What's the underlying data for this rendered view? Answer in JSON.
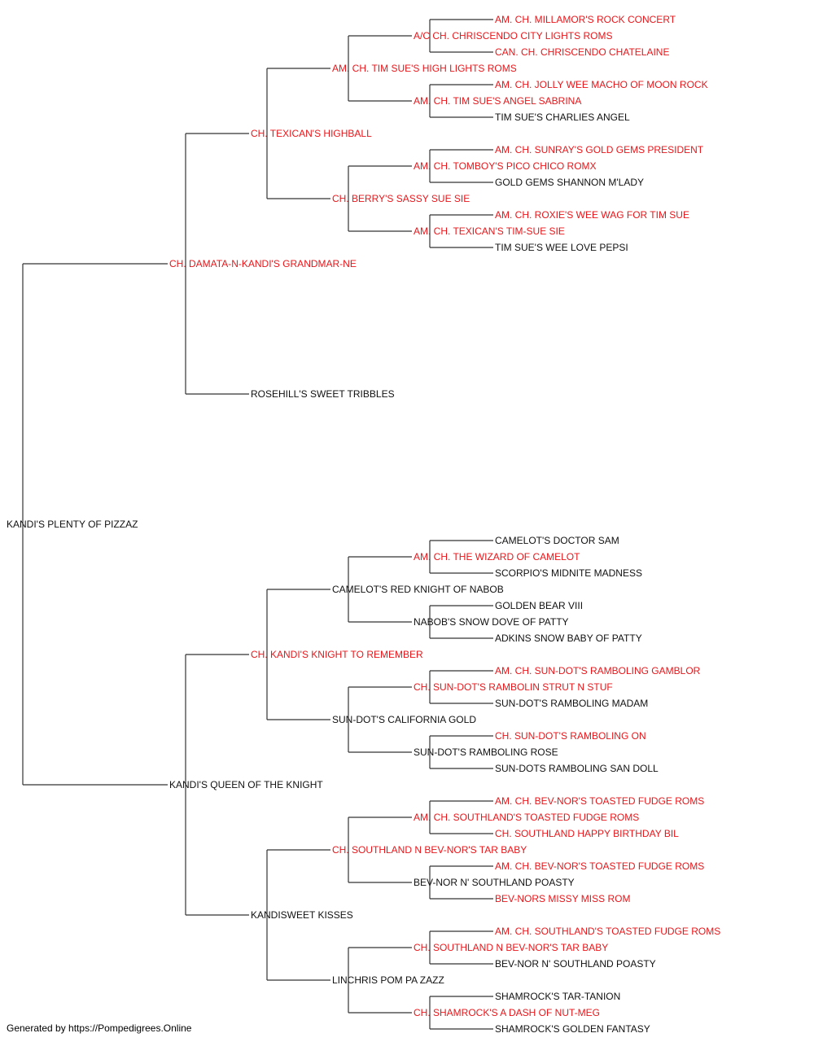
{
  "colors": {
    "champion": "#e8161a",
    "regular": "#111111",
    "line": "#333333",
    "background": "#ffffff"
  },
  "pedigree": {
    "name": "KANDI'S PLENTY OF PIZZAZ",
    "champion": false,
    "parents": [
      {
        "name": "CH. DAMATA-N-KANDI'S GRANDMAR-NE",
        "champion": true,
        "parents": [
          {
            "name": "CH. TEXICAN'S HIGHBALL",
            "champion": true,
            "parents": [
              {
                "name": "AM. CH. TIM SUE'S HIGH LIGHTS ROMS",
                "champion": true,
                "parents": [
                  {
                    "name": "A/C CH. CHRISCENDO CITY LIGHTS ROMS",
                    "champion": true,
                    "parents": [
                      {
                        "name": "AM. CH. MILLAMOR'S ROCK CONCERT",
                        "champion": true
                      },
                      {
                        "name": "CAN. CH. CHRISCENDO CHATELAINE",
                        "champion": true
                      }
                    ]
                  },
                  {
                    "name": "AM. CH. TIM SUE'S ANGEL SABRINA",
                    "champion": true,
                    "parents": [
                      {
                        "name": "AM. CH. JOLLY WEE MACHO OF MOON ROCK",
                        "champion": true
                      },
                      {
                        "name": "TIM SUE'S CHARLIES ANGEL",
                        "champion": false
                      }
                    ]
                  }
                ]
              },
              {
                "name": "CH. BERRY'S SASSY SUE SIE",
                "champion": true,
                "parents": [
                  {
                    "name": "AM. CH. TOMBOY'S PICO CHICO ROMX",
                    "champion": true,
                    "parents": [
                      {
                        "name": "AM. CH. SUNRAY'S GOLD GEMS PRESIDENT",
                        "champion": true
                      },
                      {
                        "name": "GOLD GEMS SHANNON M'LADY",
                        "champion": false
                      }
                    ]
                  },
                  {
                    "name": "AM. CH. TEXICAN'S TIM-SUE SIE",
                    "champion": true,
                    "parents": [
                      {
                        "name": "AM. CH. ROXIE'S WEE WAG FOR TIM SUE",
                        "champion": true
                      },
                      {
                        "name": "TIM SUE'S WEE LOVE PEPSI",
                        "champion": false
                      }
                    ]
                  }
                ]
              }
            ]
          },
          {
            "name": "ROSEHILL'S SWEET TRIBBLES",
            "champion": false
          }
        ]
      },
      {
        "name": "KANDI'S QUEEN OF THE KNIGHT",
        "champion": false,
        "parents": [
          {
            "name": "CH. KANDI'S KNIGHT TO REMEMBER",
            "champion": true,
            "parents": [
              {
                "name": "CAMELOT'S RED KNIGHT OF NABOB",
                "champion": false,
                "parents": [
                  {
                    "name": "AM. CH. THE WIZARD OF CAMELOT",
                    "champion": true,
                    "parents": [
                      {
                        "name": "CAMELOT'S DOCTOR SAM",
                        "champion": false
                      },
                      {
                        "name": "SCORPIO'S MIDNITE MADNESS",
                        "champion": false
                      }
                    ]
                  },
                  {
                    "name": "NABOB'S SNOW DOVE OF PATTY",
                    "champion": false,
                    "parents": [
                      {
                        "name": "GOLDEN BEAR VIII",
                        "champion": false
                      },
                      {
                        "name": "ADKINS SNOW BABY OF PATTY",
                        "champion": false
                      }
                    ]
                  }
                ]
              },
              {
                "name": "SUN-DOT'S CALIFORNIA GOLD",
                "champion": false,
                "parents": [
                  {
                    "name": "CH. SUN-DOT'S RAMBOLIN STRUT N STUF",
                    "champion": true,
                    "parents": [
                      {
                        "name": "AM. CH. SUN-DOT'S RAMBOLING GAMBLOR",
                        "champion": true
                      },
                      {
                        "name": "SUN-DOT'S RAMBOLING MADAM",
                        "champion": false
                      }
                    ]
                  },
                  {
                    "name": "SUN-DOT'S RAMBOLING ROSE",
                    "champion": false,
                    "parents": [
                      {
                        "name": "CH. SUN-DOT'S RAMBOLING ON",
                        "champion": true
                      },
                      {
                        "name": "SUN-DOTS RAMBOLING SAN DOLL",
                        "champion": false
                      }
                    ]
                  }
                ]
              }
            ]
          },
          {
            "name": "KANDISWEET KISSES",
            "champion": false,
            "parents": [
              {
                "name": "CH. SOUTHLAND N BEV-NOR'S TAR BABY",
                "champion": true,
                "parents": [
                  {
                    "name": "AM. CH. SOUTHLAND'S TOASTED FUDGE ROMS",
                    "champion": true,
                    "parents": [
                      {
                        "name": "AM. CH. BEV-NOR'S TOASTED FUDGE ROMS",
                        "champion": true
                      },
                      {
                        "name": "CH. SOUTHLAND HAPPY BIRTHDAY BIL",
                        "champion": true
                      }
                    ]
                  },
                  {
                    "name": "BEV-NOR N' SOUTHLAND POASTY",
                    "champion": false,
                    "parents": [
                      {
                        "name": "AM. CH. BEV-NOR'S TOASTED FUDGE ROMS",
                        "champion": true
                      },
                      {
                        "name": "BEV-NORS MISSY MISS ROM",
                        "champion": true
                      }
                    ]
                  }
                ]
              },
              {
                "name": "LINCHRIS POM PA ZAZZ",
                "champion": false,
                "parents": [
                  {
                    "name": "CH. SOUTHLAND N BEV-NOR'S TAR BABY",
                    "champion": true,
                    "parents": [
                      {
                        "name": "AM. CH. SOUTHLAND'S TOASTED FUDGE ROMS",
                        "champion": true
                      },
                      {
                        "name": "BEV-NOR N' SOUTHLAND POASTY",
                        "champion": false
                      }
                    ]
                  },
                  {
                    "name": "CH. SHAMROCK'S A DASH OF NUT-MEG",
                    "champion": true,
                    "parents": [
                      {
                        "name": "SHAMROCK'S TAR-TANION",
                        "champion": false
                      },
                      {
                        "name": "SHAMROCK'S GOLDEN FANTASY",
                        "champion": false
                      }
                    ]
                  }
                ]
              }
            ]
          }
        ]
      }
    ]
  },
  "footer": "Generated by https://Pompedigrees.Online"
}
